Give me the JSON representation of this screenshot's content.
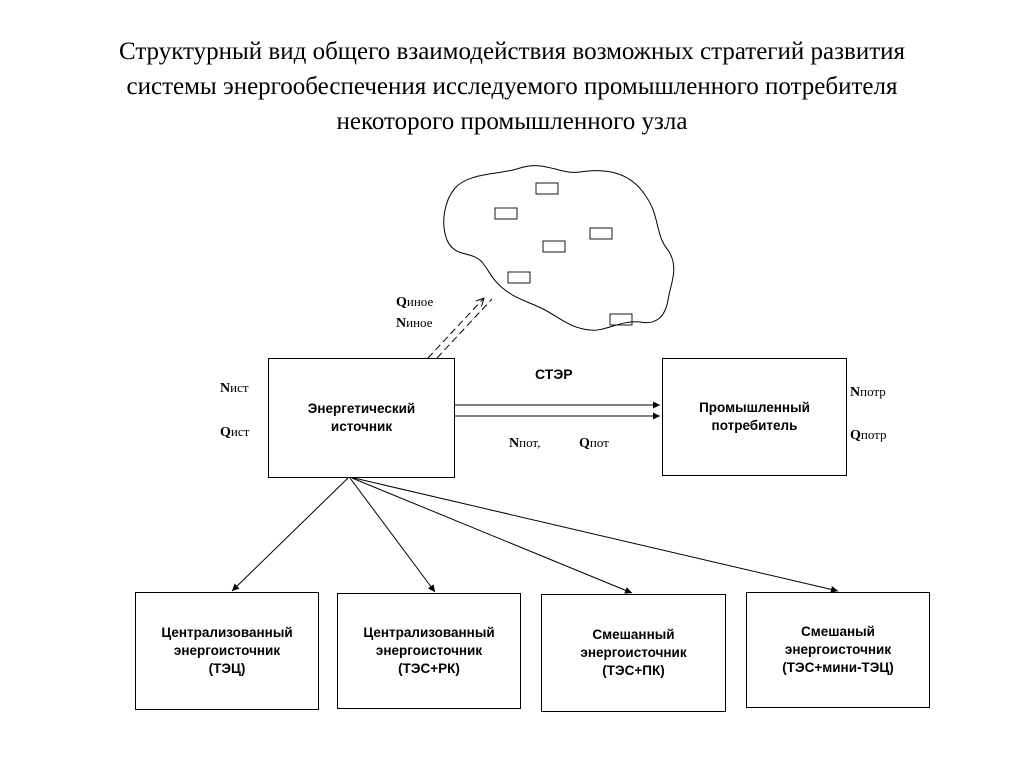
{
  "title": {
    "line1": "Структурный вид общего взаимодействия возможных стратегий развития",
    "line2": "системы энергообеспечения исследуемого промышленного потребителя",
    "line3": "некоторого промышленного узла"
  },
  "nodes": {
    "source": {
      "line1": "Энергетический",
      "line2": "источник"
    },
    "consumer": {
      "line1": "Промышленный",
      "line2": "потребитель"
    },
    "central_tec": {
      "line1": "Централизованный",
      "line2": "энергоисточник",
      "line3": "(ТЭЦ)"
    },
    "central_tes_rk": {
      "line1": "Централизованный",
      "line2": "энергоисточник",
      "line3": "(ТЭС+РК)"
    },
    "mixed_tes_pk": {
      "line1": "Смешанный",
      "line2": "энергоисточник",
      "line3": "(ТЭС+ПК)"
    },
    "mixed_tes_mini": {
      "line1": "Смешаный",
      "line2": "энергоисточник",
      "line3": "(ТЭС+мини-ТЭЦ)"
    }
  },
  "labels": {
    "n_ist": {
      "sym": "N",
      "sub": "ист"
    },
    "q_ist": {
      "sym": "Q",
      "sub": "ист"
    },
    "q_inoe": {
      "sym": "Q",
      "sub": "иное"
    },
    "n_inoe": {
      "sym": "N",
      "sub": "иное"
    },
    "n_potr": {
      "sym": "N",
      "sub": "потр"
    },
    "q_potr": {
      "sym": "Q",
      "sub": "потр"
    },
    "n_pot": {
      "sym": "N",
      "sub": "пот,"
    },
    "q_pot": {
      "sym": "Q",
      "sub": "пот"
    },
    "ster": "СТЭР"
  }
}
